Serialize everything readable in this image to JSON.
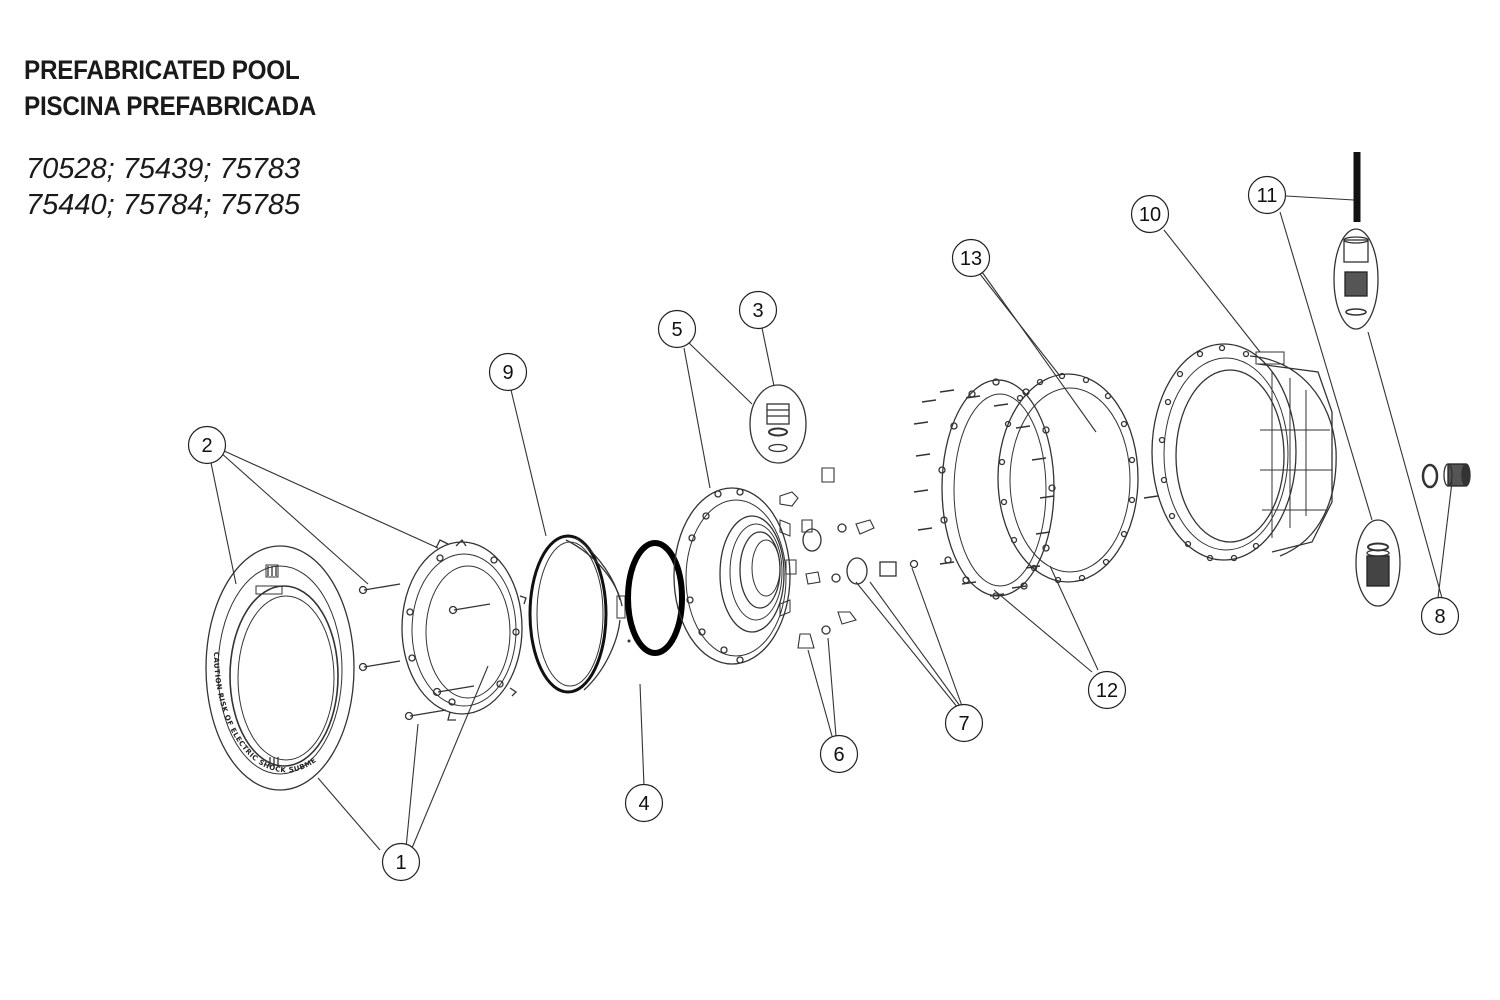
{
  "title": {
    "line1": "PREFABRICATED POOL",
    "line2": "PISCINA PREFABRICADA"
  },
  "codes": {
    "line1": "70528; 75439; 75783",
    "line2": "75440; 75784; 75785"
  },
  "ring_caption": "CAUTION RISK OF ELECTRIC SHOCK SUBMERGE BEFORE LIGHTING",
  "callouts": [
    "1",
    "2",
    "3",
    "4",
    "5",
    "6",
    "7",
    "8",
    "9",
    "10",
    "11",
    "12",
    "13"
  ],
  "colors": {
    "line": "#333333",
    "ink": "#111111"
  }
}
